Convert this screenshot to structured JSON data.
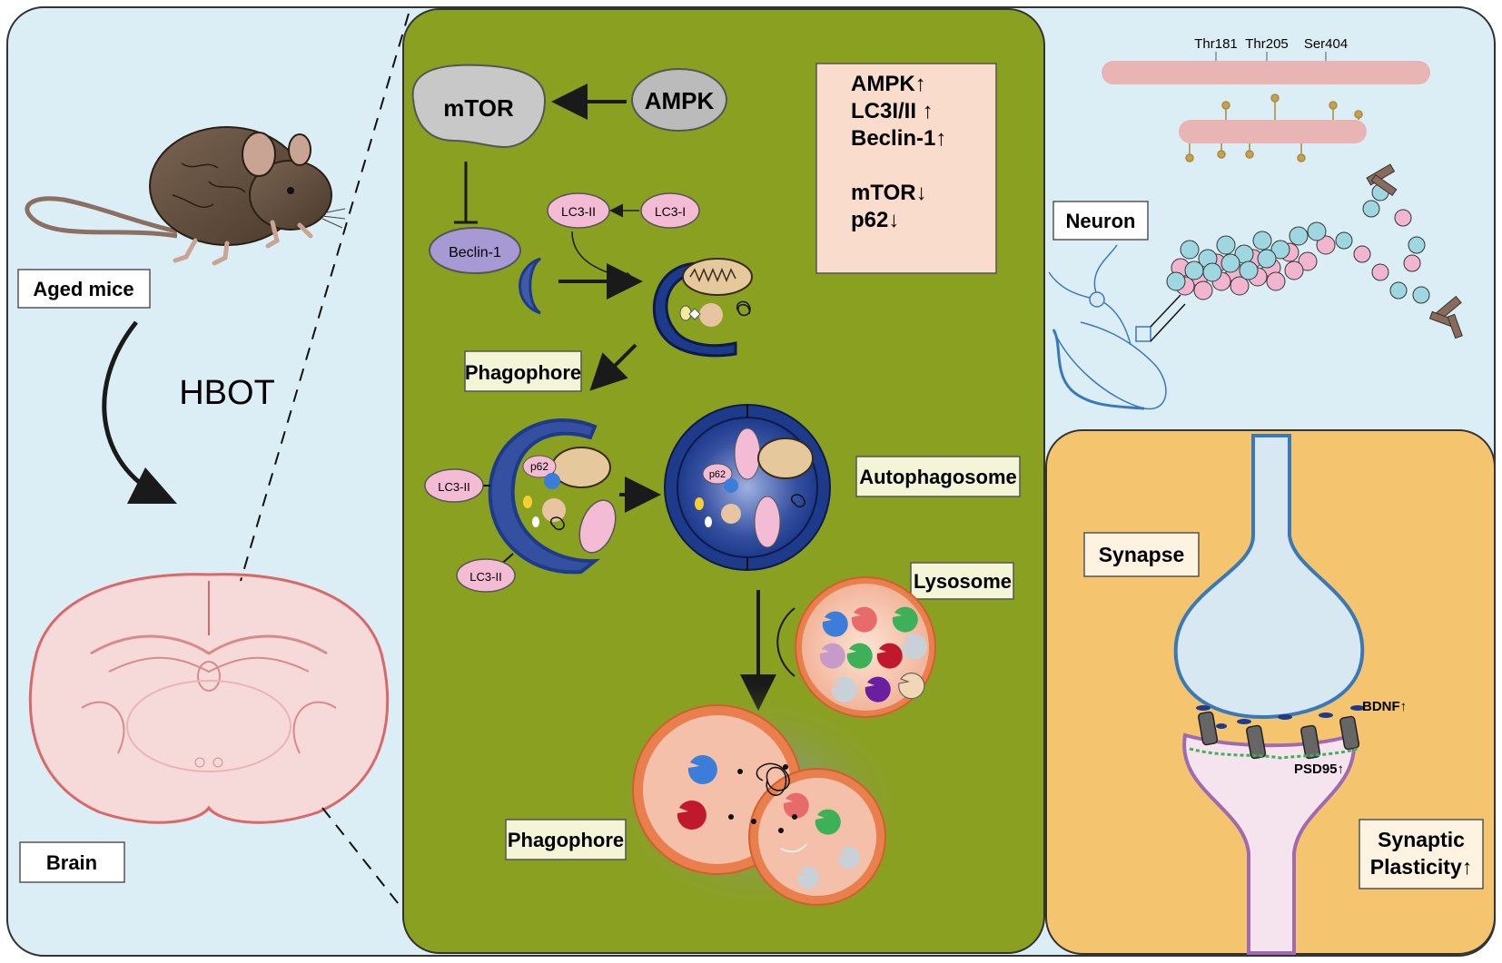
{
  "left_panel": {
    "aged_mice": "Aged mice",
    "treatment": "HBOT",
    "brain": "Brain"
  },
  "center_panel": {
    "mtor": "mTOR",
    "ampk": "AMPK",
    "beclin": "Beclin-1",
    "lc3_ii": "LC3-II",
    "lc3_i": "LC3-I",
    "p62": "p62",
    "phagophore_top": "Phagophore",
    "autophagosome": "Autophagosome",
    "lysosome": "Lysosome",
    "phagophore_bottom": "Phagophore",
    "summary": {
      "line1": "AMPK↑",
      "line2": "LC3I/II ↑",
      "line3": "Beclin-1↑",
      "line4": "mTOR↓",
      "line5": "p62↓"
    }
  },
  "right_panel": {
    "site1": "Thr181",
    "site2": "Thr205",
    "site3": "Ser404",
    "neuron": "Neuron",
    "synapse": "Synapse",
    "bdnf": "BDNF↑",
    "psd95": "PSD95↑",
    "plasticity_line1": "Synaptic",
    "plasticity_line2": "Plasticity↑"
  },
  "colors": {
    "left_bg": "#dceef5",
    "center_bg": "#8aa020",
    "summary_box": "#fadccc",
    "synapse_bg": "#f4c56e",
    "lc3": "#f4bcd4",
    "beclin": "#a79ad4",
    "phagophore_blue": "#1e3a8a",
    "tau_bar": "#e8b4b4"
  }
}
